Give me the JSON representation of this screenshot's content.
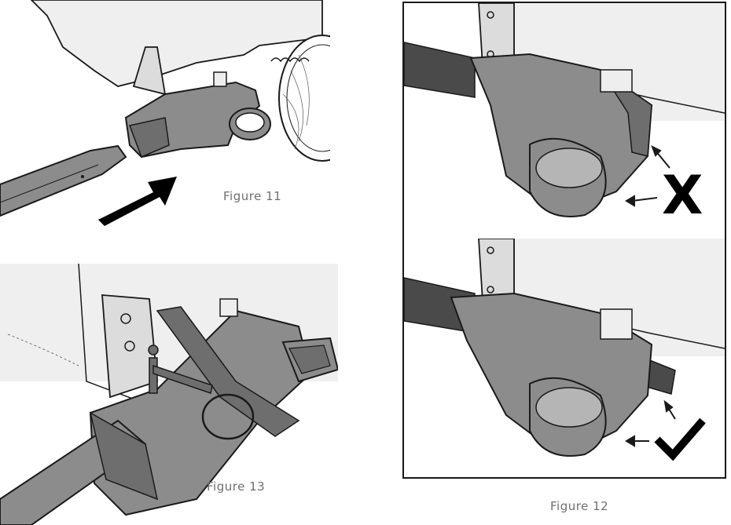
{
  "figures": [
    {
      "id": "fig11",
      "caption": "Figure 11"
    },
    {
      "id": "fig12",
      "caption": "Figure 12",
      "incorrect_mark": "X"
    },
    {
      "id": "fig13",
      "caption": "Figure 13"
    }
  ],
  "colors": {
    "line": "#1a1a1a",
    "receiver": "#8c8c8c",
    "receiver_dark": "#6e6e6e",
    "receiver_light": "#b5b5b5",
    "bar": "#4a4a4a",
    "frame": "#e6e6e6",
    "background_fill": "#f2f2f2",
    "mark": "#000000"
  }
}
